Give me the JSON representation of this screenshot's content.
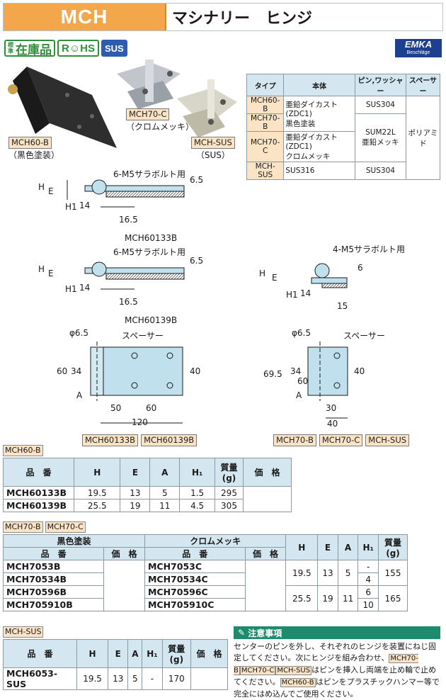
{
  "header": {
    "code": "MCH",
    "title": "マシナリー　ヒンジ"
  },
  "badges": {
    "stock_small": "標準",
    "stock": "在庫品",
    "rohs": "R☺HS",
    "sus": "SUS"
  },
  "logo": {
    "main": "EMKA",
    "sub": "Beschläge"
  },
  "products": [
    {
      "tag": "MCH60-B",
      "desc": "（黒色塗装）"
    },
    {
      "tag": "MCH70-C",
      "desc": "（クロムメッキ）"
    },
    {
      "tag": "MCH-SUS",
      "desc": "（SUS）"
    }
  ],
  "type_table": {
    "headers": [
      "タイプ",
      "本体",
      "ピン,ワッシャー",
      "スペーサー"
    ],
    "r1": {
      "type": "MCH60-B",
      "body1": "亜鉛ダイカスト(ZDC1)",
      "pin": "SUS304"
    },
    "r2": {
      "type": "MCH70-B",
      "body2": "黒色塗装",
      "pin": "SUM22L",
      "pin2": "亜鉛メッキ",
      "spacer": "ポリアミド"
    },
    "r3": {
      "type": "MCH70-C",
      "body1": "亜鉛ダイカスト(ZDC1)",
      "body2": "クロムメッキ"
    },
    "r4": {
      "type": "MCH-SUS",
      "body": "SUS316",
      "pin": "SUS304"
    }
  },
  "drawings": {
    "bolt6": "6-M5サラボルト用",
    "bolt4": "4-M5サラボルト用",
    "spacer": "スペーサー",
    "phi": "φ6.5",
    "H": "H",
    "E": "E",
    "H1": "H1",
    "A": "A",
    "d6_5": "6.5",
    "d14": "14",
    "d16_5": "16.5",
    "d6": "6",
    "d15": "15",
    "d60": "60",
    "d34": "34",
    "d40": "40",
    "d50": "50",
    "d120": "120",
    "d69_5": "69.5",
    "d30": "30",
    "cap1": "MCH60133B",
    "cap2": "MCH60139B",
    "capsB": [
      "MCH60133B",
      "MCH60139B"
    ],
    "capsC": [
      "MCH70-B",
      "MCH70-C",
      "MCH-SUS"
    ]
  },
  "spec60": {
    "label": "MCH60-B",
    "headers": [
      "品　番",
      "H",
      "E",
      "A",
      "H₁",
      "質量\n(g)",
      "価　格"
    ],
    "rows": [
      [
        "MCH60133B",
        "19.5",
        "13",
        "5",
        "1.5",
        "295"
      ],
      [
        "MCH60139B",
        "25.5",
        "19",
        "11",
        "4.5",
        "305"
      ]
    ]
  },
  "spec70": {
    "labels": [
      "MCH70-B",
      "MCH70-C"
    ],
    "group1": "黒色塗装",
    "group2": "クロムメッキ",
    "headers": [
      "品　番",
      "価　格",
      "品　番",
      "価　格",
      "H",
      "E",
      "A",
      "H₁",
      "質量\n(g)"
    ],
    "b": [
      "MCH7053B",
      "MCH70534B",
      "MCH70596B",
      "MCH705910B"
    ],
    "c": [
      "MCH7053C",
      "MCH70534C",
      "MCH70596C",
      "MCH705910C"
    ],
    "g1": {
      "H": "19.5",
      "E": "13",
      "A": "5",
      "h1a": "-",
      "h1b": "4",
      "w": "155"
    },
    "g2": {
      "H": "25.5",
      "E": "19",
      "A": "11",
      "h1a": "6",
      "h1b": "10",
      "w": "165"
    }
  },
  "specSus": {
    "label": "MCH-SUS",
    "headers": [
      "品　番",
      "H",
      "E",
      "A",
      "H₁",
      "質量\n(g)",
      "価　格"
    ],
    "row": [
      "MCH6053-SUS",
      "19.5",
      "13",
      "5",
      "-",
      "170"
    ]
  },
  "notes": {
    "title": "注意事項",
    "t1": "センターのピンを外し、それぞれのヒンジを装置にねじ固定してください。次にヒンジを組み合わせ、",
    "tags1": [
      "MCH70-B",
      "MCH70-C",
      "MCH-SUS"
    ],
    "t2": "はピンを挿入し両端を止め輪で止めてください。",
    "tag2": "MCH60-B",
    "t3": "はピンをプラスチックハンマー等で完全にはめ込んでご使用ください。"
  },
  "colors": {
    "accent": "#f4a64a",
    "header_bg": "#d4e7f0",
    "tag_bg": "#fbe3c5",
    "note": "#1e8a6e"
  }
}
